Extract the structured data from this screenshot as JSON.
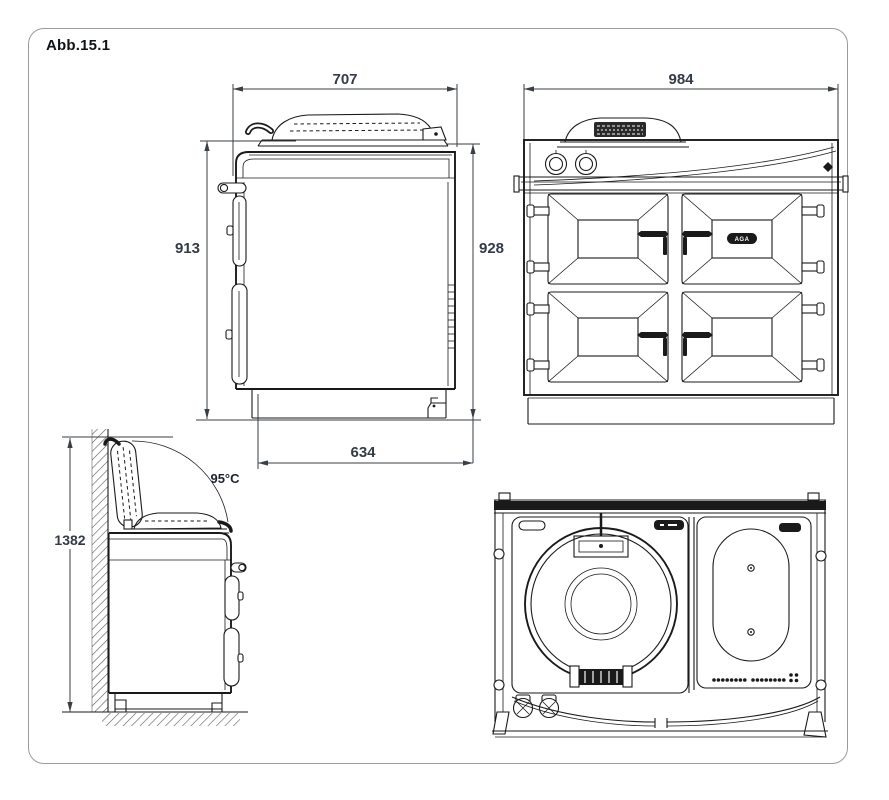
{
  "figure_label": "Abb.15.1",
  "dimensions": {
    "side_width_top": "707",
    "side_height_front": "913",
    "side_height_back": "928",
    "side_depth_base": "634",
    "front_width": "984",
    "lid_open_height": "1382",
    "lid_open_temperature": "95°C"
  },
  "badges": {
    "aga_logo": "AGA"
  },
  "colors": {
    "line": "#1a1a1a",
    "dimension_text": "#333b46",
    "label_text": "#101316",
    "page_border": "#9a9a9a",
    "background": "#ffffff"
  }
}
